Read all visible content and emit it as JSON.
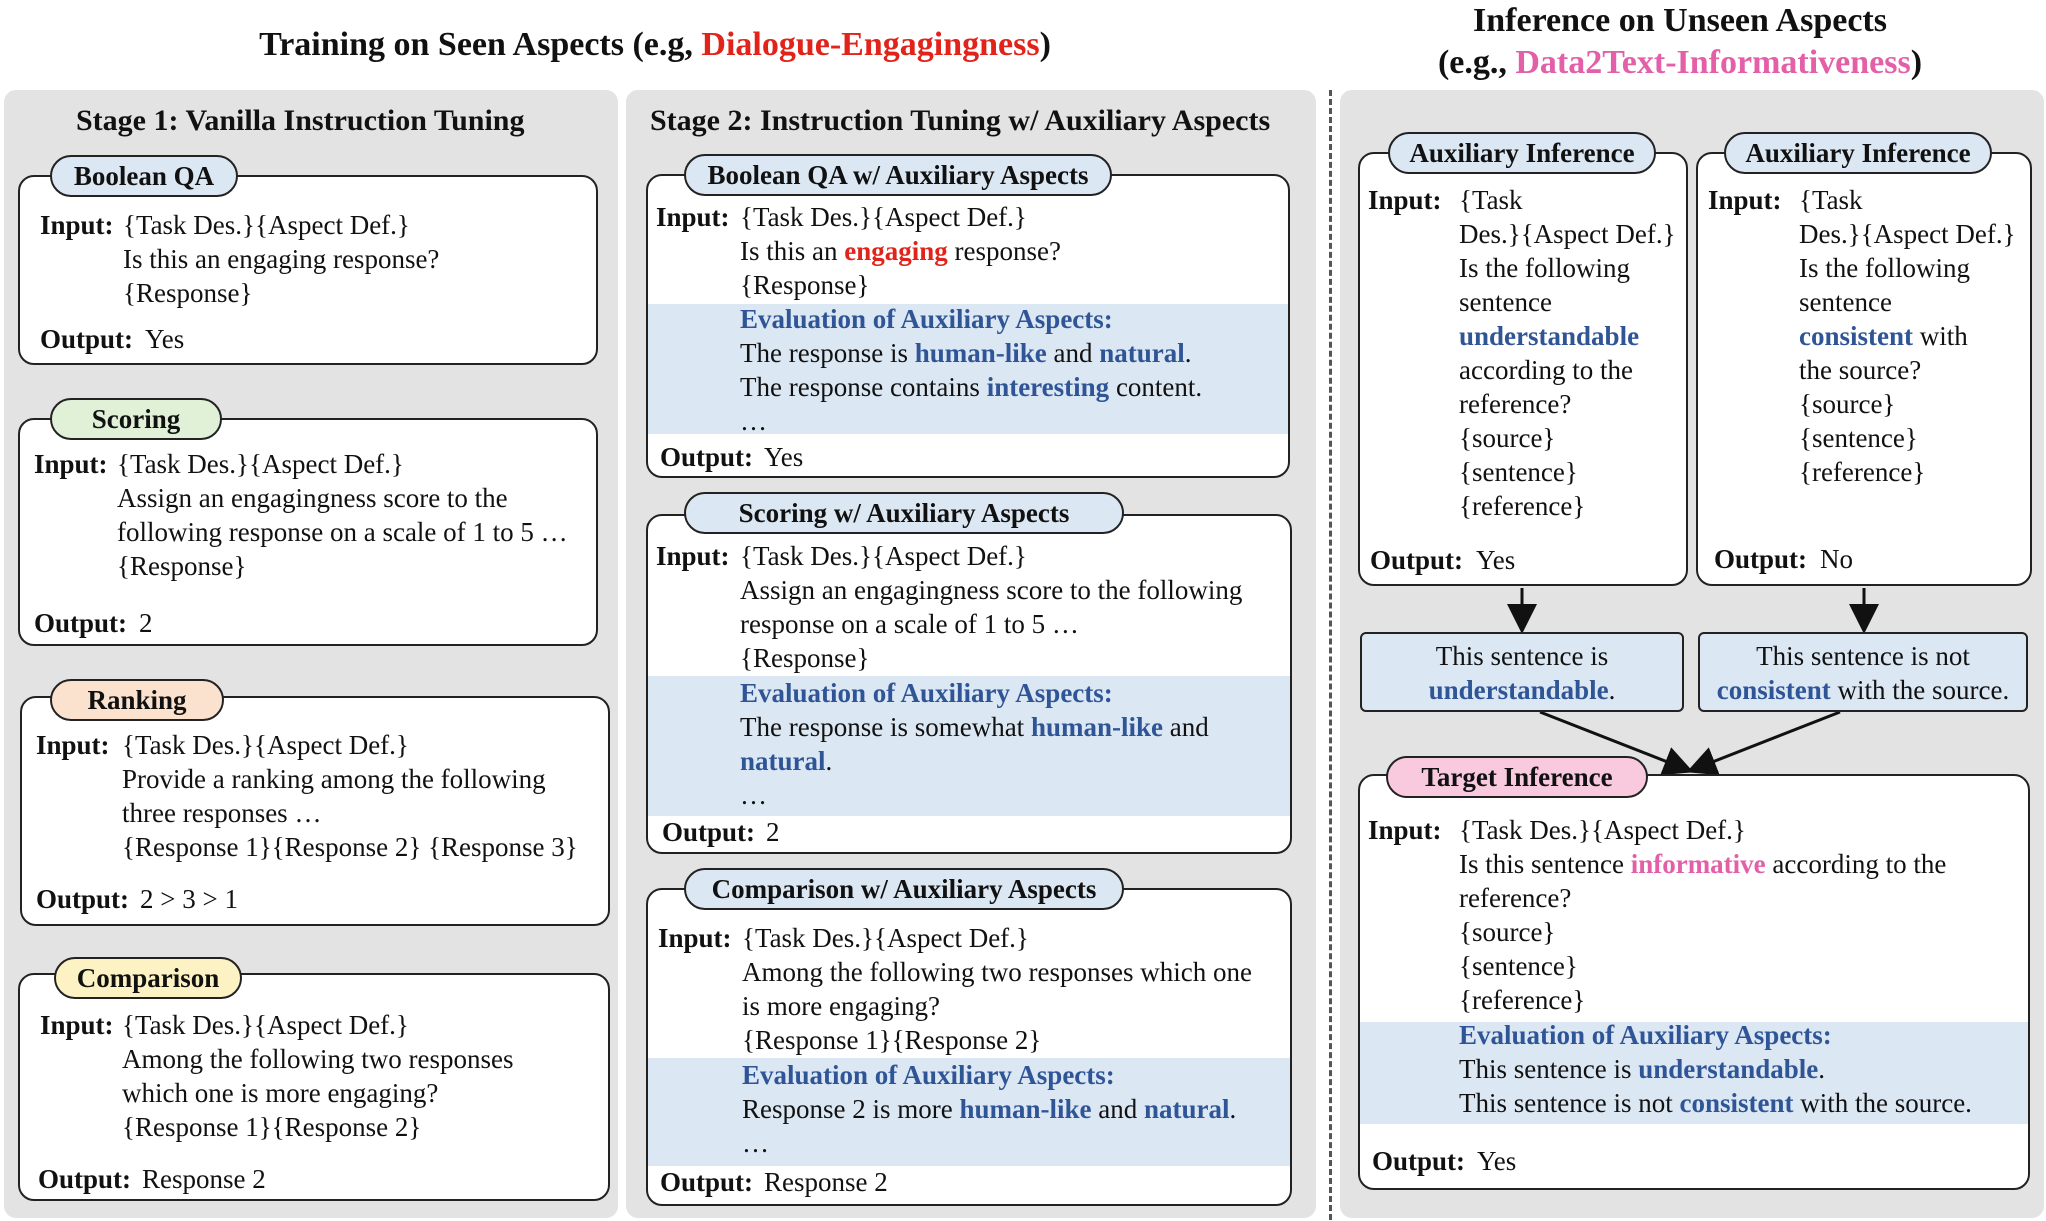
{
  "header": {
    "train_prefix": "Training on Seen Aspects (e.g, ",
    "train_aspect": "Dialogue-Engagingness",
    "train_suffix": ")",
    "infer_line1": "Inference on Unseen Aspects",
    "infer_prefix": "(e.g., ",
    "infer_aspect": "Data2Text-Informativeness",
    "infer_suffix": ")"
  },
  "stage1": {
    "title": "Stage 1: Vanilla Instruction Tuning",
    "cards": [
      {
        "tag": "Boolean QA",
        "lines": [
          "{Task Des.}{Aspect Def.}",
          "Is this an engaging response?",
          "{Response}"
        ],
        "output": "Yes"
      },
      {
        "tag": "Scoring",
        "lines": [
          "{Task Des.}{Aspect Def.}",
          "Assign an engagingness score to the",
          "following response on a scale of 1 to 5 …",
          "{Response}"
        ],
        "output": "2"
      },
      {
        "tag": "Ranking",
        "lines": [
          "{Task Des.}{Aspect Def.}",
          "Provide a ranking among the following",
          "three responses …",
          "{Response 1}{Response 2} {Response 3}"
        ],
        "output": "2 > 3 > 1"
      },
      {
        "tag": "Comparison",
        "lines": [
          "{Task Des.}{Aspect Def.}",
          "Among the following two responses",
          "which one is more engaging?",
          "{Response 1}{Response 2}"
        ],
        "output": "Response 2"
      }
    ]
  },
  "stage2": {
    "title": "Stage 2: Instruction Tuning w/ Auxiliary Aspects",
    "aux_title": "Evaluation of Auxiliary Aspects:",
    "ellipsis": "…",
    "boolean": {
      "tag": "Boolean QA w/ Auxiliary Aspects",
      "l1": "{Task Des.}{Aspect Def.}",
      "l2a": "Is this an ",
      "l2b": "engaging",
      "l2c": " response?",
      "l3": "{Response}",
      "e1a": "The response is ",
      "e1b": "human-like",
      "e1c": " and ",
      "e1d": "natural",
      "e1e": ".",
      "e2a": "The response contains ",
      "e2b": "interesting",
      "e2c": " content.",
      "output": "Yes"
    },
    "scoring": {
      "tag": "Scoring w/ Auxiliary Aspects",
      "l1": "{Task Des.}{Aspect Def.}",
      "l2": "Assign an engagingness score to the following",
      "l3": "response on a scale of 1 to 5 …",
      "l4": "{Response}",
      "e1a": "The response is somewhat ",
      "e1b": "human-like",
      "e1c": " and",
      "e2a": "natural",
      "e2b": ".",
      "output": "2"
    },
    "comparison": {
      "tag": "Comparison w/ Auxiliary Aspects",
      "l1": "{Task Des.}{Aspect Def.}",
      "l2": "Among the following two responses which one",
      "l3": "is more engaging?",
      "l4": "{Response 1}{Response 2}",
      "e1a": "Response 2 is more ",
      "e1b": "human-like",
      "e1c": " and ",
      "e1d": "natural",
      "e1e": ".",
      "output": "Response 2"
    }
  },
  "inference": {
    "labels": {
      "input": "Input:",
      "output": "Output:"
    },
    "aux1": {
      "tag": "Auxiliary Inference",
      "lines": [
        "{Task",
        "Des.}{Aspect Def.}",
        "Is the following",
        "sentence"
      ],
      "key": "understandable",
      "rest": [
        "according to the",
        "reference?",
        "{source}",
        "{sentence}",
        "{reference}"
      ],
      "output": "Yes",
      "note_line1": "This sentence is",
      "note_key": "understandable",
      "note_end": "."
    },
    "aux2": {
      "tag": "Auxiliary Inference",
      "lines": [
        "{Task",
        "Des.}{Aspect Def.}",
        "Is the following",
        "sentence"
      ],
      "key": "consistent",
      "key_after": " with",
      "rest": [
        "the source?",
        "{source}",
        "{sentence}",
        "{reference}"
      ],
      "output": "No",
      "note_line1": "This sentence is not",
      "note_key": "consistent",
      "note_end": " with the source."
    },
    "target": {
      "tag": "Target Inference",
      "l1": "{Task Des.}{Aspect Def.}",
      "l2a": "Is this sentence ",
      "l2b": "informative",
      "l2c": " according to the",
      "l3": "reference?",
      "l4": "{source}",
      "l5": "{sentence}",
      "l6": "{reference}",
      "aux_title": "Evaluation of Auxiliary Aspects:",
      "e1a": "This sentence is ",
      "e1b": "understandable",
      "e1c": ".",
      "e2a": "This sentence is not ",
      "e2b": "consistent",
      "e2c": " with the source.",
      "output": "Yes"
    }
  },
  "colors": {
    "panel": "#e3e3e3",
    "highlight": "#dbe7f3",
    "aux_blue": "#2f5597",
    "red": "#e2231a",
    "pink": "#e35fa8"
  }
}
